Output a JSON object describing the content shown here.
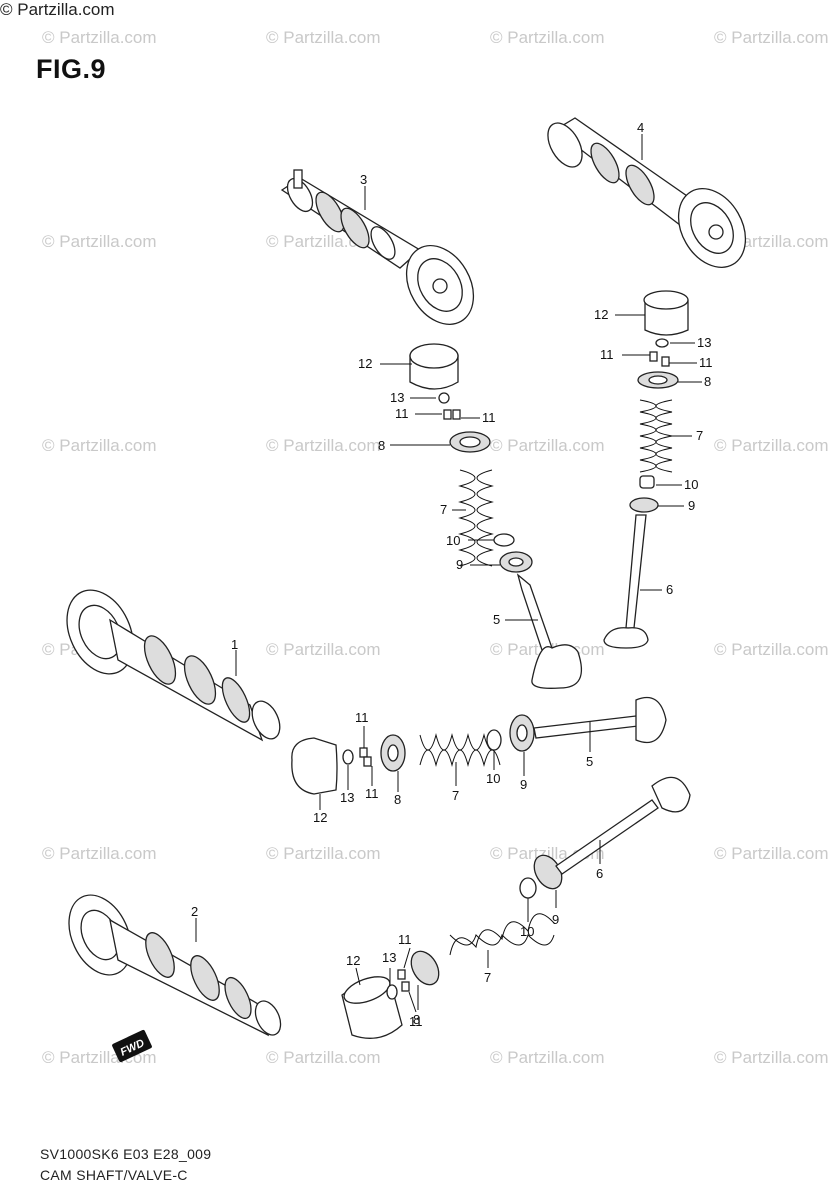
{
  "figure_title": "FIG.9",
  "watermark_text": "© Partzilla.com",
  "center_watermark": "© Partzilla.com",
  "footer": {
    "code": "SV1000SK6 E03 E28_009",
    "name": "CAM SHAFT/VALVE-C"
  },
  "fwd_badge": "FWD",
  "colors": {
    "line": "#222222",
    "watermark": "#c9c9c9",
    "background": "#ffffff"
  },
  "part_labels": {
    "cam_1": "1",
    "cam_2": "2",
    "cam_3": "3",
    "cam_4": "4",
    "ul_5": "5",
    "ul_7": "7",
    "ul_8": "8",
    "ul_9": "9",
    "ul_10": "10",
    "ul_11a": "11",
    "ul_11b": "11",
    "ul_12": "12",
    "ul_13": "13",
    "ur_6": "6",
    "ur_7": "7",
    "ur_8": "8",
    "ur_9": "9",
    "ur_10": "10",
    "ur_11a": "11",
    "ur_11b": "11",
    "ur_12": "12",
    "ur_13": "13",
    "m_5": "5",
    "m_7": "7",
    "m_8": "8",
    "m_9": "9",
    "m_10": "10",
    "m_11a": "11",
    "m_11b": "11",
    "m_12": "12",
    "m_13": "13",
    "b_6": "6",
    "b_7": "7",
    "b_8": "8",
    "b_9": "9",
    "b_10": "10",
    "b_11a": "11",
    "b_11b": "11",
    "b_12": "12",
    "b_13": "13"
  }
}
